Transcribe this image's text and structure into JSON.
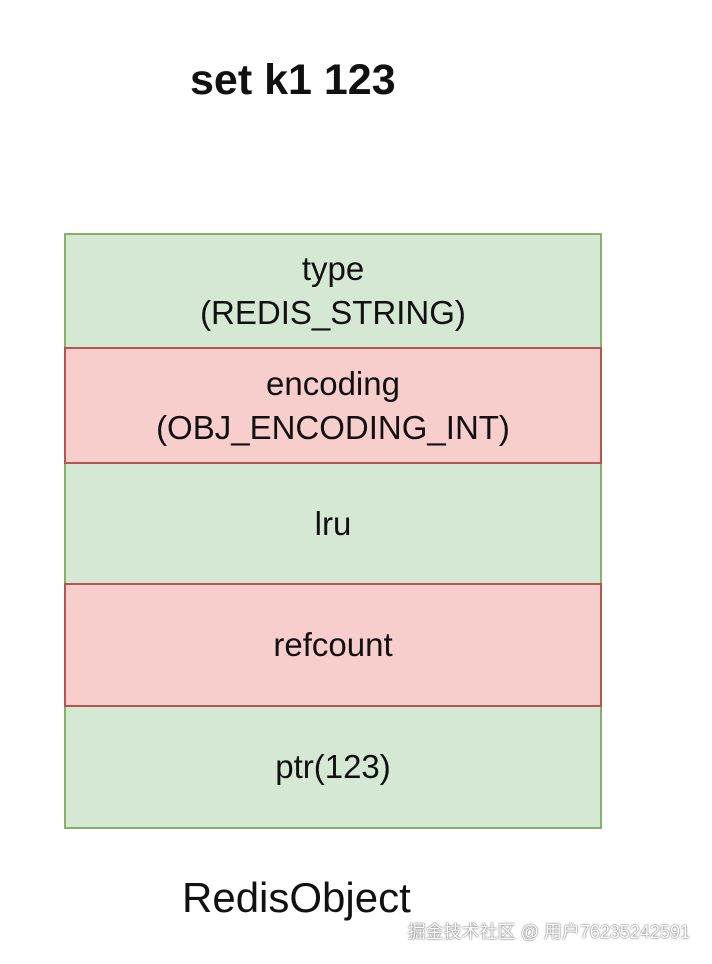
{
  "command": "set k1 123",
  "fields": [
    {
      "name": "type",
      "detail": "(REDIS_STRING)",
      "fill": "#d5e8d4",
      "stroke": "#82b366"
    },
    {
      "name": "encoding",
      "detail": "(OBJ_ENCODING_INT)",
      "fill": "#f8cecc",
      "stroke": "#b85450"
    },
    {
      "name": "lru",
      "detail": "",
      "fill": "#d5e8d4",
      "stroke": "#82b366"
    },
    {
      "name": "refcount",
      "detail": "",
      "fill": "#f8cecc",
      "stroke": "#b85450"
    },
    {
      "name": "ptr(123)",
      "detail": "",
      "fill": "#d5e8d4",
      "stroke": "#82b366"
    }
  ],
  "caption": "RedisObject",
  "watermark": "掘金技术社区 @ 用户76235242591"
}
